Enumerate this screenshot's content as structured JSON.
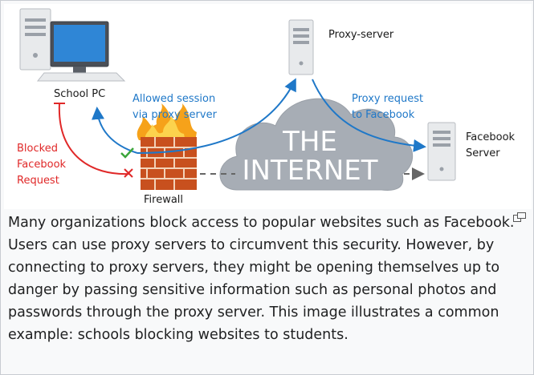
{
  "diagram": {
    "labels": {
      "school_pc": "School PC",
      "allowed_line1": "Allowed session",
      "allowed_line2": "via proxy server",
      "blocked_line1": "Blocked",
      "blocked_line2": "Facebook",
      "blocked_line3": "Request",
      "firewall": "Firewall",
      "proxy_server": "Proxy-server",
      "proxy_request_line1": "Proxy request",
      "proxy_request_line2": "to Facebook",
      "facebook_line1": "Facebook",
      "facebook_line2": "Server",
      "internet_line1": "THE",
      "internet_line2": "INTERNET"
    },
    "colors": {
      "allowed": "#1f78c8",
      "blocked": "#e02828",
      "check": "#3aa53a",
      "cloud": "#a7adb5",
      "firewall_brick": "#c8501e",
      "flame": "#f6a21a"
    }
  },
  "caption": {
    "text": "Many organizations block access to popular websites such as Facebook. Users can use proxy servers to circumvent this security. However, by connecting to proxy servers, they might be opening themselves up to danger by passing sensitive information such as personal photos and passwords through the proxy server. This image illustrates a common example: schools blocking websites to students."
  },
  "icons": {
    "magnify": "magnify-icon"
  }
}
